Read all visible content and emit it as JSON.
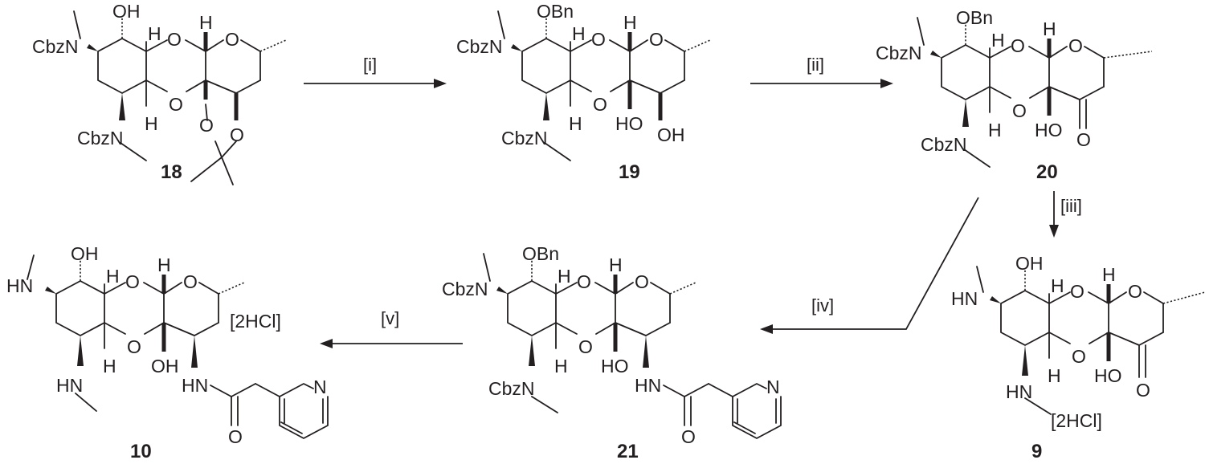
{
  "compounds": {
    "c18": {
      "id": "18",
      "atoms": {
        "me_n1": "",
        "n1": "CbzN",
        "oh": "OH",
        "h1": "H",
        "o1": "O",
        "h2": "H",
        "o2": "O",
        "o3": "O",
        "h3": "H",
        "n2": "CbzN",
        "o4": "O",
        "o5": "O"
      }
    },
    "c19": {
      "id": "19",
      "atoms": {
        "n1": "CbzN",
        "obn": "OBn",
        "h1": "H",
        "o1": "O",
        "h2": "H",
        "o2": "O",
        "o3": "O",
        "h3": "H",
        "oh1": "HO",
        "oh2": "OH",
        "n2": "CbzN"
      }
    },
    "c20": {
      "id": "20",
      "atoms": {
        "n1": "CbzN",
        "obn": "OBn",
        "h1": "H",
        "o1": "O",
        "h2": "H",
        "o2": "O",
        "o3": "O",
        "h3": "H",
        "oh1": "HO",
        "ketone": "O",
        "n2": "CbzN"
      }
    },
    "c9": {
      "id": "9",
      "atoms": {
        "n1": "HN",
        "oh": "OH",
        "h1": "H",
        "o1": "O",
        "h2": "H",
        "o2": "O",
        "o3": "O",
        "h3": "H",
        "oh1": "HO",
        "ketone": "O",
        "n2": "HN",
        "salt": "[2HCl]"
      }
    },
    "c21": {
      "id": "21",
      "atoms": {
        "n1": "CbzN",
        "obn": "OBn",
        "h1": "H",
        "o1": "O",
        "h2": "H",
        "o2": "O",
        "o3": "O",
        "h3": "H",
        "oh1": "HO",
        "nh": "HN",
        "co": "O",
        "pyn": "N",
        "n2": "CbzN"
      }
    },
    "c10": {
      "id": "10",
      "atoms": {
        "n1": "HN",
        "oh": "OH",
        "h1": "H",
        "o1": "O",
        "h2": "H",
        "o2": "O",
        "o3": "O",
        "h3": "H",
        "oh1": "OH",
        "nh": "HN",
        "co": "O",
        "pyn": "N",
        "n2": "HN",
        "salt": "[2HCl]"
      }
    }
  },
  "arrows": {
    "a1": "[i]",
    "a2": "[ii]",
    "a3": "[iii]",
    "a4": "[iv]",
    "a5": "[v]"
  }
}
